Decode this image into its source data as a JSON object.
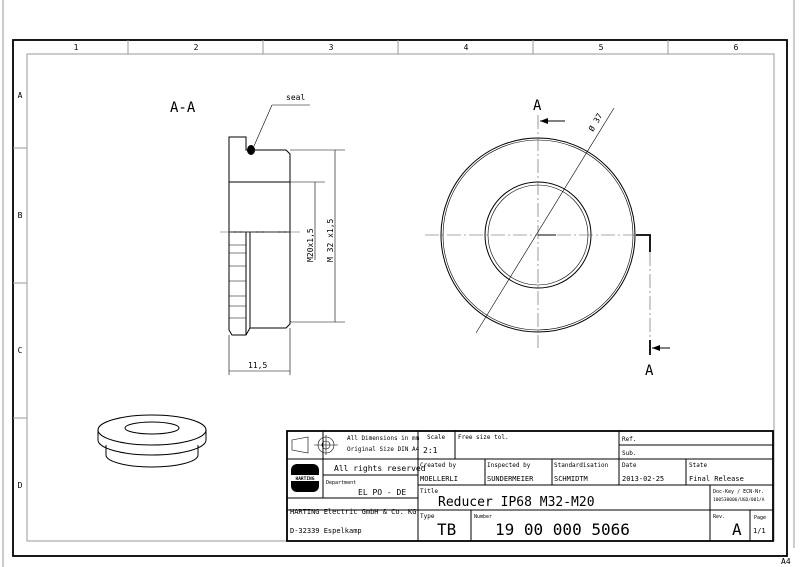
{
  "frame": {
    "columns": [
      "1",
      "2",
      "3",
      "4",
      "5",
      "6"
    ],
    "rows": [
      "A",
      "B",
      "C",
      "D"
    ],
    "sheet_size": "A4"
  },
  "drawing": {
    "section_label": "A-A",
    "seal_label": "seal",
    "dim_inner_thread": "M20x1,5",
    "dim_outer_thread": "M 32 x1,5",
    "dim_length": "11,5",
    "dim_diameter": "Ø 37",
    "cut_marker": "A"
  },
  "title_block": {
    "dimensions_note_1": "All Dimensions in mm",
    "dimensions_note_2": "Original Size DIN A4",
    "scale_label": "Scale",
    "scale_value": "2:1",
    "tolerance_label": "Free size tol.",
    "ref_label": "Ref.",
    "sub_label": "Sub.",
    "rights": "All rights reserved",
    "logo_text": "HARTING",
    "department_label": "Department",
    "department_value": "EL PO - DE",
    "company_line_1": "HARTING Electric GmbH & Co. KG",
    "company_line_2": "D-32339 Espelkamp",
    "created_by_label": "Created by",
    "created_by_value": "MOELLERLI",
    "inspected_by_label": "Inspected by",
    "inspected_by_value": "SUNDERMEIER",
    "standardisation_label": "Standardisation",
    "standardisation_value": "SCHMIDTM",
    "date_label": "Date",
    "date_value": "2013-02-25",
    "state_label": "State",
    "state_value": "Final Release",
    "title_label": "Title",
    "title_value": "Reducer IP68 M32-M20",
    "doc_key_label": "Doc-Key / ECN-Nr.",
    "doc_key_value": "100538006/UGD/001/A",
    "type_label": "Type",
    "type_value": "TB",
    "number_label": "Number",
    "number_value": "19 00 000 5066",
    "rev_label": "Rev.",
    "rev_value": "A",
    "page_label": "Page",
    "page_value": "1/1"
  }
}
